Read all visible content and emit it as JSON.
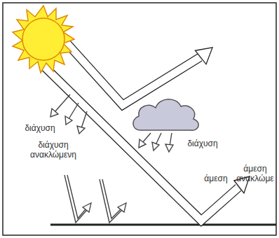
{
  "diagram": {
    "labels": [
      "διάχυση",
      "διάχυση ανακλώμενη",
      "διάχυση",
      "άμεση",
      "άμεση ανακλώμε"
    ]
  }
}
